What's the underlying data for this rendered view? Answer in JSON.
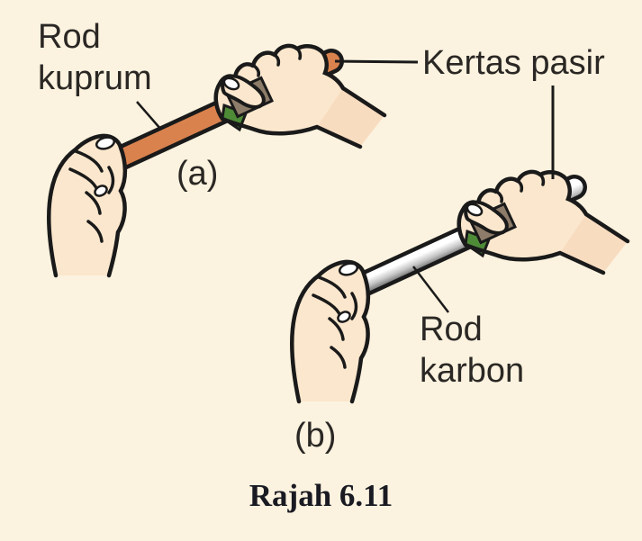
{
  "figure": {
    "caption": "Rajah 6.11",
    "labels": {
      "rod_kuprum_line1": "Rod",
      "rod_kuprum_line2": "kuprum",
      "kertas_pasir": "Kertas pasir",
      "rod_karbon_line1": "Rod",
      "rod_karbon_line2": "karbon",
      "subfigure_a": "(a)",
      "subfigure_b": "(b)"
    },
    "icons": {
      "copper_rod": "copper-rod-icon",
      "carbon_rod": "carbon-rod-icon",
      "sandpaper_band": "sandpaper-band-icon",
      "rubbing_hand": "rubbing-hand-icon",
      "holding_fist": "holding-fist-icon"
    },
    "colors": {
      "background": "#fbf2df",
      "ink": "#1a1a1a",
      "text": "#2a2724",
      "caption_ink": "#1a1a22",
      "copper_rod": "#d9824e",
      "carbon_light": "#ffffff",
      "carbon_mid": "#c4c4c4",
      "carbon_dark": "#8a8a8a",
      "sandpaper": "#8d7c69",
      "sandpaper_flap_green": "#4e8b37",
      "skin": "#fbe7cd",
      "skin_shade": "#f8dcc0"
    }
  }
}
